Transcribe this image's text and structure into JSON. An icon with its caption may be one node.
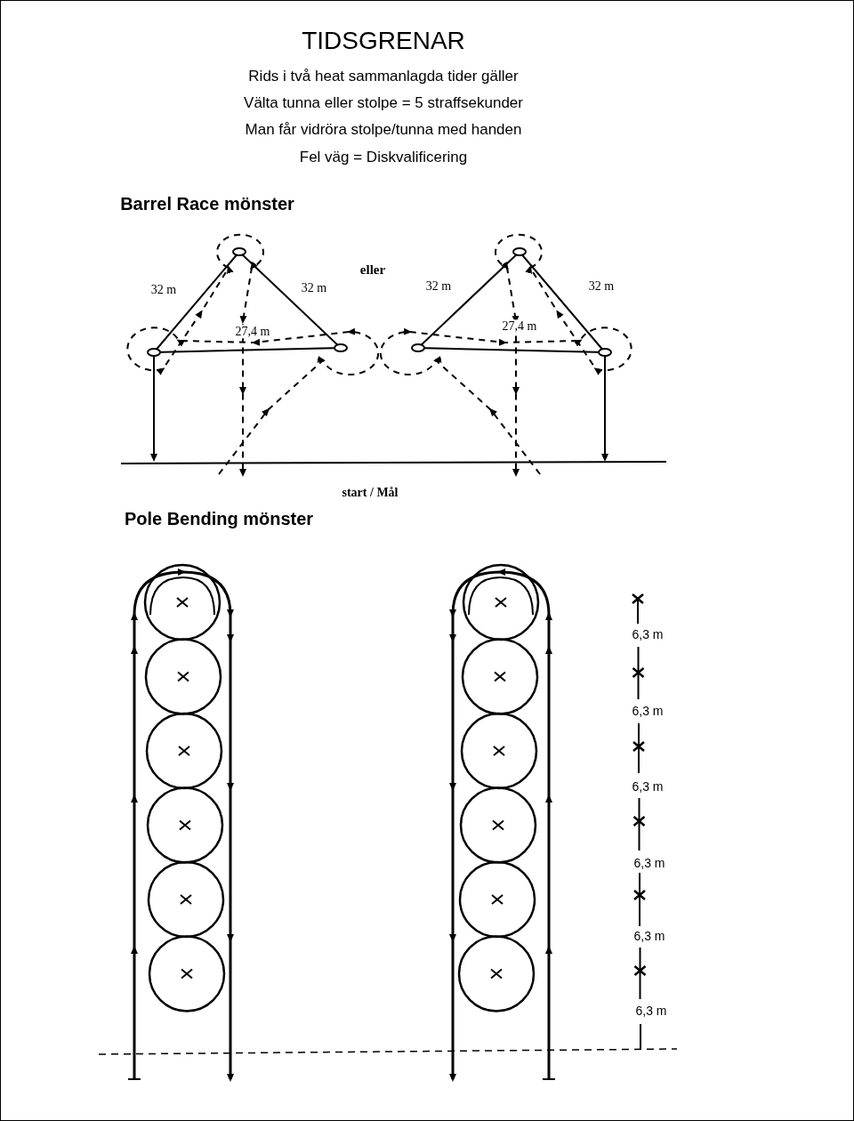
{
  "diagram": {
    "title": "TIDSGRENAR",
    "labels": [
      "Rids i två heat sammanlagda tider gäller",
      "Välta tunna eller stolpe = 5 straffsekunder",
      "Man får vidröra stolpe/tunna med handen",
      "Fel väg = Diskvalificering",
      "Barrel Race mönster",
      "eller",
      "32 m",
      "32 m",
      "32 m",
      "32 m",
      "27,4 m",
      "27,4 m",
      "start / Mål",
      "Pole Bending mönster",
      "6,3 m",
      "6,3 m",
      "6,3 m",
      "6,3 m",
      "6,3 m",
      "6,3 m"
    ]
  }
}
